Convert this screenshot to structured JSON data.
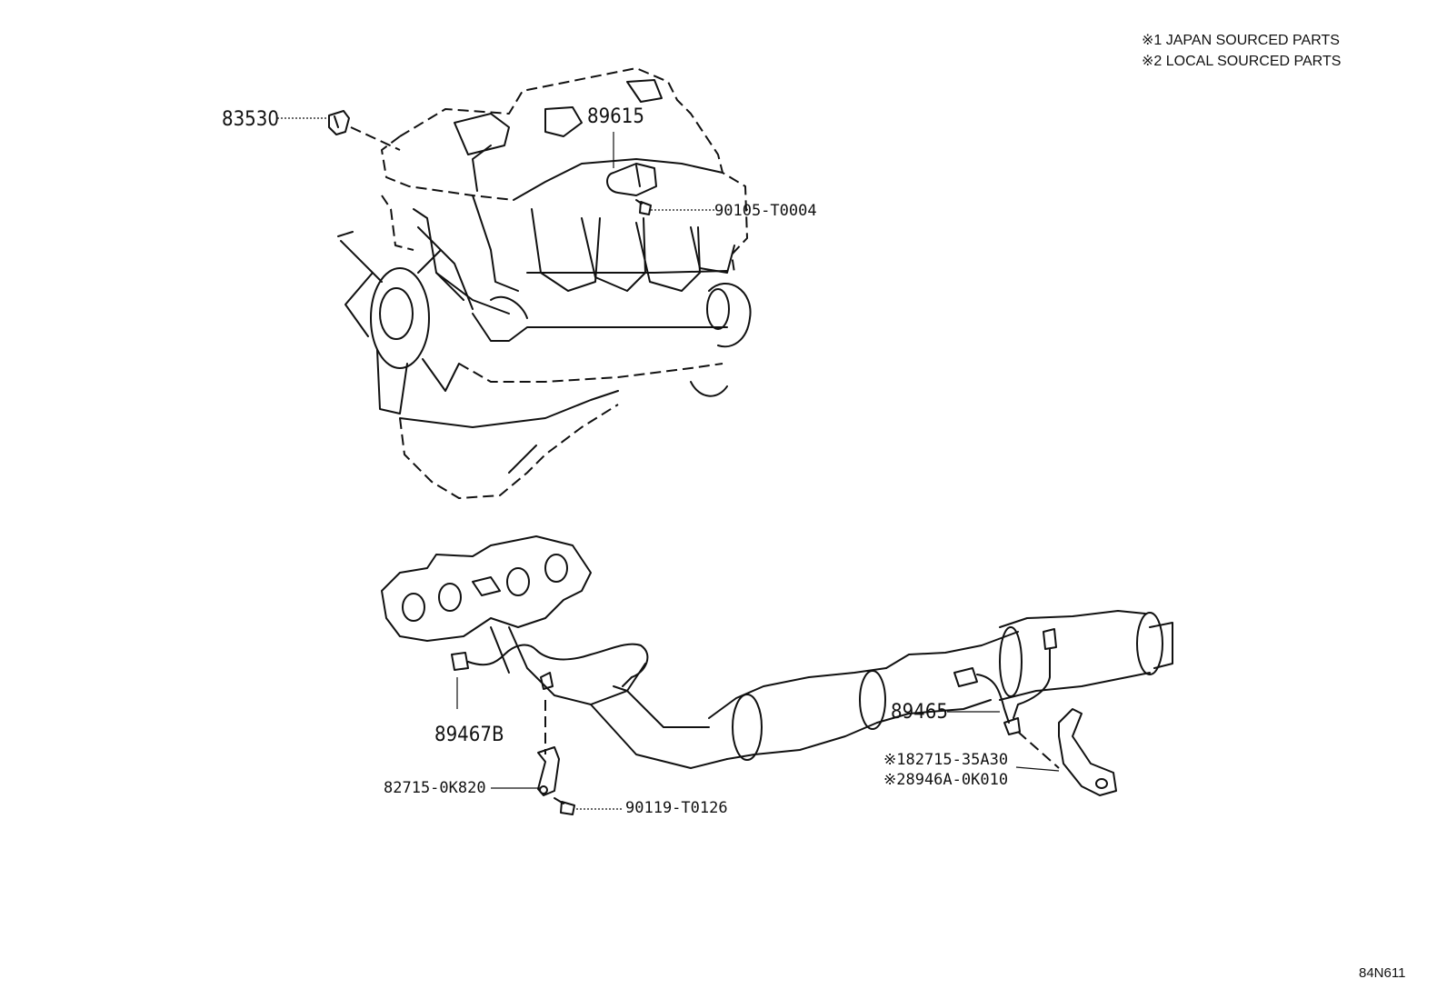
{
  "notes": {
    "note1": "※1 JAPAN SOURCED PARTS",
    "note2": "※2 LOCAL SOURCED PARTS"
  },
  "parts": {
    "p83530": "83530",
    "p89615": "89615",
    "p90105": "90105-T0004",
    "p89467b": "89467B",
    "p82715_0k820": "82715-0K820",
    "p90119": "90119-T0126",
    "p89465": "89465",
    "p82715_35a30": "※182715-35A30",
    "p8946a": "※28946A-0K010"
  },
  "illustration_id": "84N611"
}
